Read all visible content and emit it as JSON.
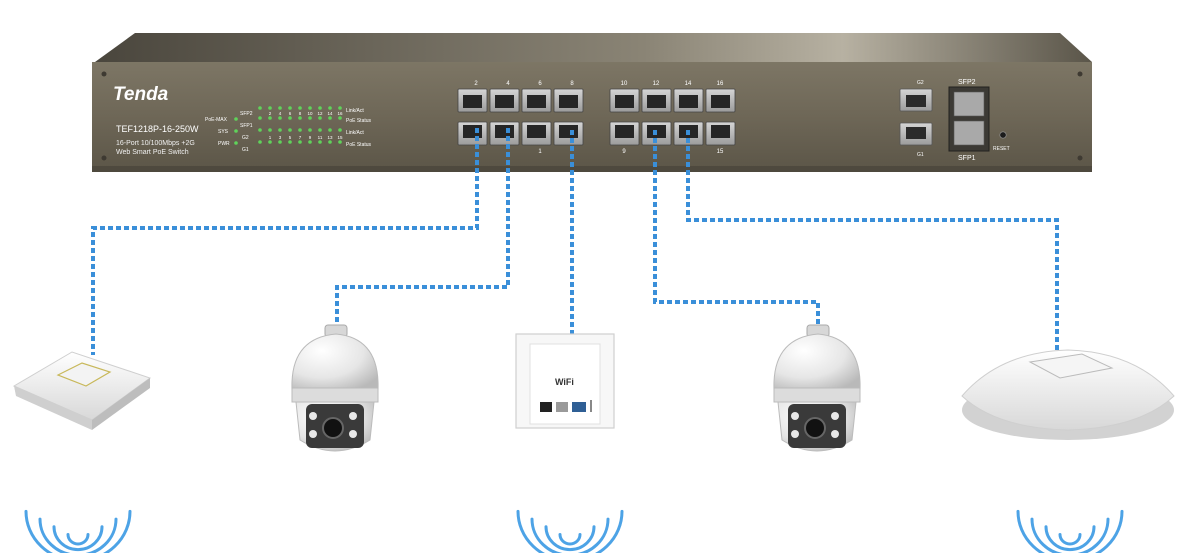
{
  "switch": {
    "brand": "Tenda",
    "model": "TEF1218P-16-250W",
    "description_line1": "16-Port 10/100Mbps +2G",
    "description_line2": "Web Smart PoE Switch",
    "top_port_labels": [
      "2",
      "4",
      "6",
      "8",
      "10",
      "12",
      "14",
      "16"
    ],
    "bottom_port_labels": [
      "1",
      "9",
      "15"
    ],
    "uplink_labels": [
      "G2",
      "G1"
    ],
    "sfp_labels": [
      "SFP2",
      "SFP1"
    ],
    "reset_label": "RESET",
    "led_panel": {
      "poe_max": "PoE-MAX",
      "sfp2": "SFP2",
      "sfp1": "SFP1",
      "sys": "SYS",
      "pwr": "PWR",
      "g2": "G2",
      "g1": "G1",
      "led_numbers_top": [
        "2",
        "4",
        "6",
        "8",
        "10",
        "12",
        "14",
        "16"
      ],
      "led_numbers_bottom": [
        "1",
        "3",
        "5",
        "7",
        "9",
        "11",
        "13",
        "15"
      ],
      "link_act": "Link/Act",
      "poe_status": "PoE Status"
    }
  },
  "devices": {
    "wall_ap_label": "WiFi"
  },
  "colors": {
    "chassis": "#6e6757",
    "cable": "#3a8fd9",
    "wifi_waves": "#4da3e6",
    "led": "#5fd35a"
  }
}
